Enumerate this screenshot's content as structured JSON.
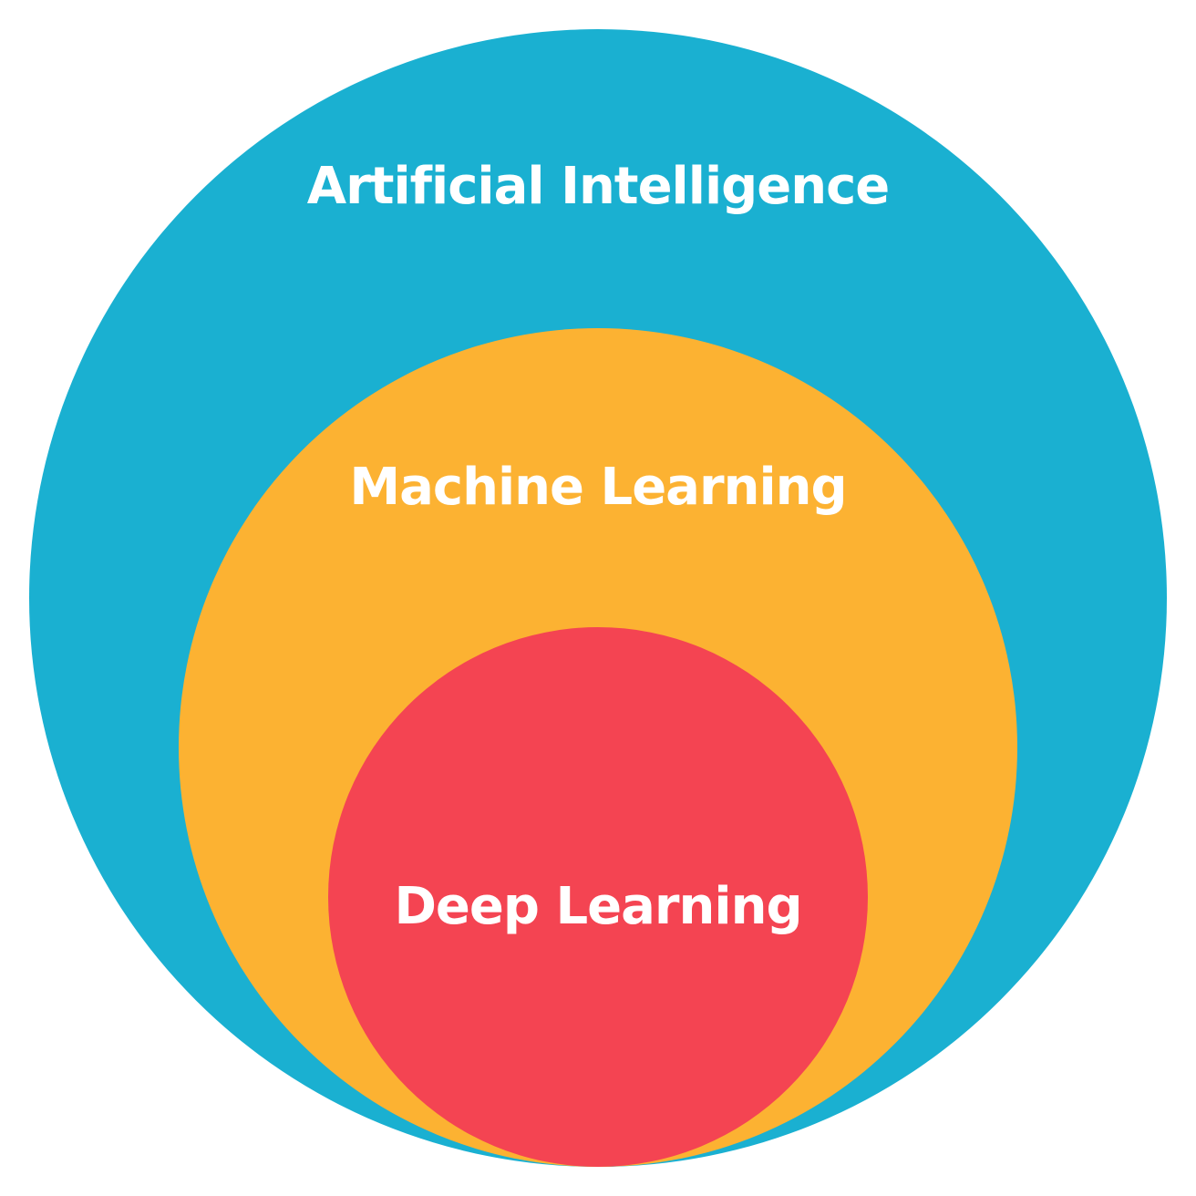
{
  "diagram": {
    "layers": [
      {
        "label": "Artificial Intelligence",
        "color": "#1AB0D1"
      },
      {
        "label": "Machine Learning",
        "color": "#FCB232"
      },
      {
        "label": "Deep Learning",
        "color": "#F44452"
      }
    ]
  }
}
